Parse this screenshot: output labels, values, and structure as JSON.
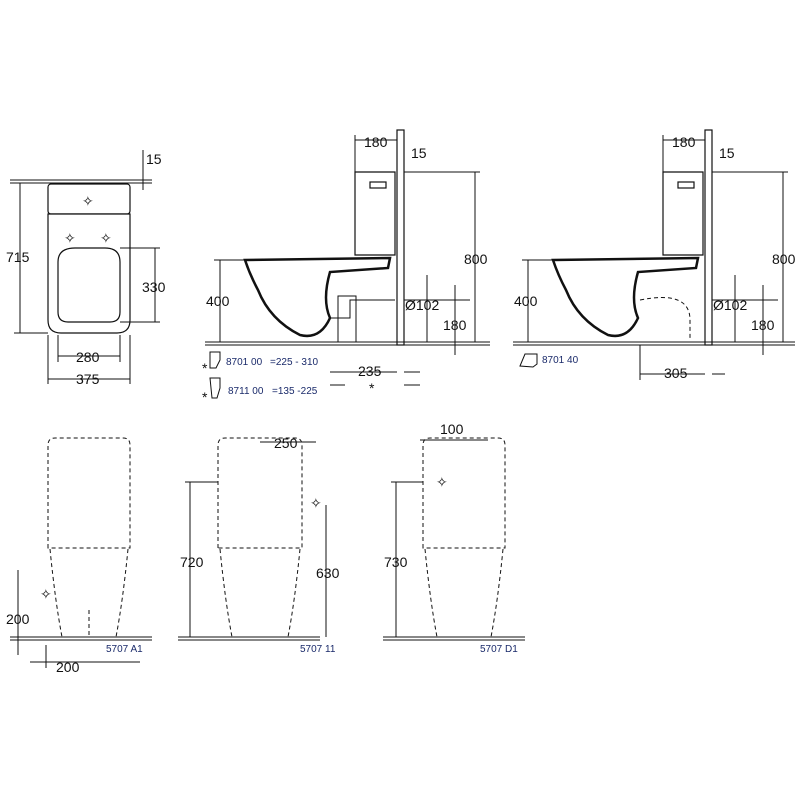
{
  "top_view": {
    "dims": {
      "width_total": "375",
      "width_seat": "280",
      "depth": "715",
      "offset": "15",
      "seat_depth": "330"
    }
  },
  "side_view_1": {
    "dims": {
      "tank_depth": "180",
      "wall_gap": "15",
      "height": "800",
      "seat_height": "400",
      "pipe_diameter": "Ø102",
      "pipe_height": "180",
      "outlet_distance": "235",
      "asterisk": "*"
    },
    "fittings": [
      {
        "marker": "*",
        "code": "8701 00",
        "range": "=225 - 310"
      },
      {
        "marker": "*",
        "code": "8711 00",
        "range": "=135 -225"
      }
    ]
  },
  "side_view_2": {
    "dims": {
      "tank_depth": "180",
      "wall_gap": "15",
      "height": "800",
      "seat_height": "400",
      "pipe_diameter": "Ø102",
      "pipe_height": "180",
      "outlet_distance": "305"
    },
    "fittings": [
      {
        "code": "8701 40"
      }
    ]
  },
  "front_views": [
    {
      "code": "5707 A1",
      "dims": {
        "inlet_height": "200",
        "inlet_offset": "200"
      }
    },
    {
      "code": "5707 11",
      "dims": {
        "inlet_spacing": "250",
        "tank_height": "720",
        "inlet_height": "630"
      }
    },
    {
      "code": "5707 D1",
      "dims": {
        "inlet_spacing": "100",
        "tank_height": "730"
      }
    }
  ]
}
